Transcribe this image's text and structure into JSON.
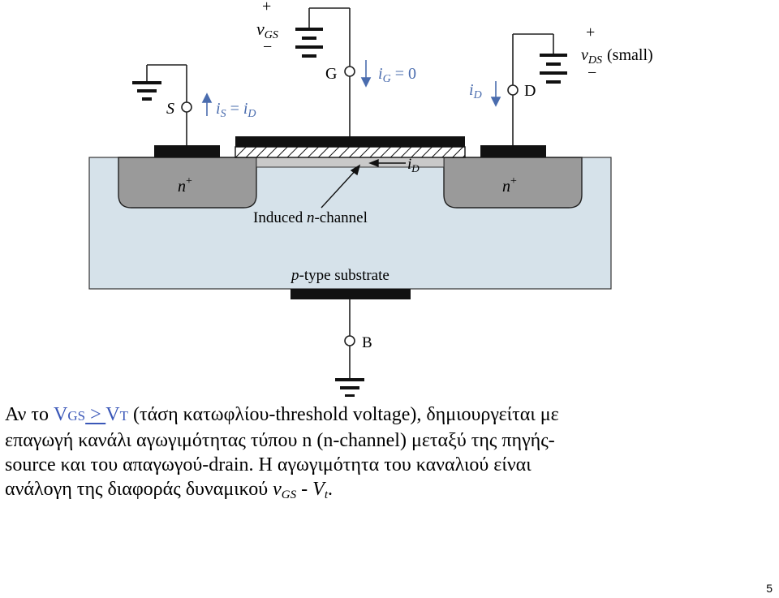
{
  "diagram": {
    "terminals": {
      "source": "S",
      "gate": "G",
      "drain": "D",
      "body": "B"
    },
    "vgs": {
      "plus": "+",
      "v": "v",
      "sub": "GS",
      "minus": "−"
    },
    "vds": {
      "plus": "+",
      "v": "v",
      "sub": "DS",
      "note": "(small)",
      "minus": "−"
    },
    "ig": {
      "i": "i",
      "sub": "G",
      "eq": " = 0"
    },
    "is": {
      "i": "i",
      "sub": "S",
      "eq": " = ",
      "i2": "i",
      "sub2": "D"
    },
    "id_left": {
      "i": "i",
      "sub": "D"
    },
    "id_channel": {
      "i": "i",
      "sub": "D"
    },
    "n_plus": {
      "n": "n",
      "sup": "+"
    },
    "channel_label": {
      "pre": "Induced ",
      "n": "n",
      "post": "-channel"
    },
    "substrate_label": {
      "p": "p",
      "post": "-type substrate"
    }
  },
  "text": {
    "l1_pre": "Αν το ",
    "l1_v1": "V",
    "l1_v1_sub": "GS",
    "l1_ge": " > ",
    "l1_v2": "V",
    "l1_v2_sub": "T",
    "l1_post": " (τάση κατωφλίου-threshold voltage), δημιουργείται με",
    "l2": "επαγωγή  κανάλι αγωγιμότητας τύπου n  (n-channel) μεταξύ της πηγής-",
    "l3": "source και του απαγωγού-drain. Η αγωγιμότητα του καναλιού είναι",
    "l4_pre": "ανάλογη της διαφοράς δυναμικού  ",
    "l4_v": "v",
    "l4_vsub": "GS",
    "l4_mid": " - ",
    "l4_vt": "V",
    "l4_vtsub": "t",
    "l4_end": "."
  },
  "page_number": "5",
  "colors": {
    "accent": "#3a57b8",
    "substrate": "#d6e2ea",
    "nplus": "#9a9a9a"
  }
}
